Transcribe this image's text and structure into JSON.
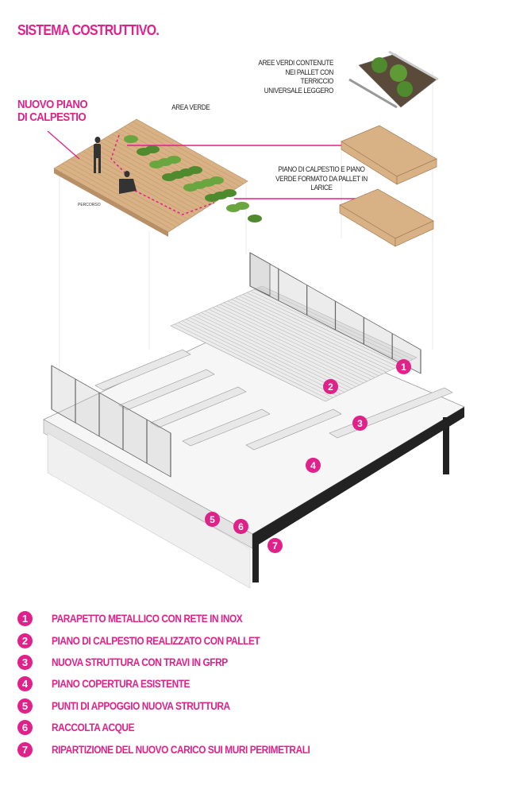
{
  "title": "SISTEMA COSTRUTTIVO.",
  "callouts": {
    "new_floor": [
      "NUOVO PIANO",
      "DI CALPESTIO"
    ],
    "green_area": "AREA VERDE",
    "path": "PERCORSO",
    "green_pallets": [
      "AREE VERDI CONTENUTE",
      "NEI PALLET CON TERRICCIO",
      "UNIVERSALE LEGGERO"
    ],
    "pallet_floor": [
      "PIANO DI CALPESTIO E PIANO",
      "VERDE FORMATO DA PALLET IN",
      "LARICE"
    ]
  },
  "markers": [
    "1",
    "2",
    "3",
    "4",
    "5",
    "6",
    "7"
  ],
  "legend": [
    {
      "n": "1",
      "text": "PARAPETTO METALLICO CON RETE IN INOX"
    },
    {
      "n": "2",
      "text": "PIANO DI CALPESTIO REALIZZATO CON PALLET"
    },
    {
      "n": "3",
      "text": "NUOVA STRUTTURA CON TRAVI IN GFRP"
    },
    {
      "n": "4",
      "text": "PIANO COPERTURA ESISTENTE"
    },
    {
      "n": "5",
      "text": "PUNTI DI APPOGGIO NUOVA STRUTTURA"
    },
    {
      "n": "6",
      "text": "RACCOLTA ACQUE"
    },
    {
      "n": "7",
      "text": "RIPARTIZIONE DEL NUOVO CARICO SUI MURI PERIMETRALI"
    }
  ],
  "colors": {
    "accent": "#e0218a",
    "wood": "#d8b184",
    "plant": "#4f8a2e"
  }
}
